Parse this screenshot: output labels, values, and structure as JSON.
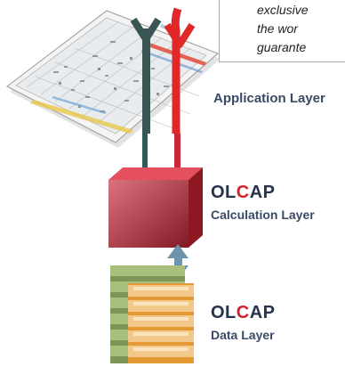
{
  "quote": {
    "lines": [
      "exclusive",
      "the    wor",
      "guarante"
    ]
  },
  "layers": {
    "application": {
      "label": "Application Layer"
    },
    "calculation": {
      "brand_prefix": "OL",
      "brand_accent": "C",
      "brand_suffix": "AP",
      "label": "Calculation Layer"
    },
    "data": {
      "brand_prefix": "OL",
      "brand_accent": "C",
      "brand_suffix": "AP",
      "label": "Data Layer"
    }
  },
  "colors": {
    "accent_red": "#d3222e",
    "arrow_dark": "#3b5555",
    "arrow_red": "#e02828",
    "cube_front": "#c8283a",
    "connector_blue": "#6e93ad",
    "data_green": "#a9bf7c",
    "data_tan": "#f2c98a",
    "label_navy": "#27324b"
  }
}
